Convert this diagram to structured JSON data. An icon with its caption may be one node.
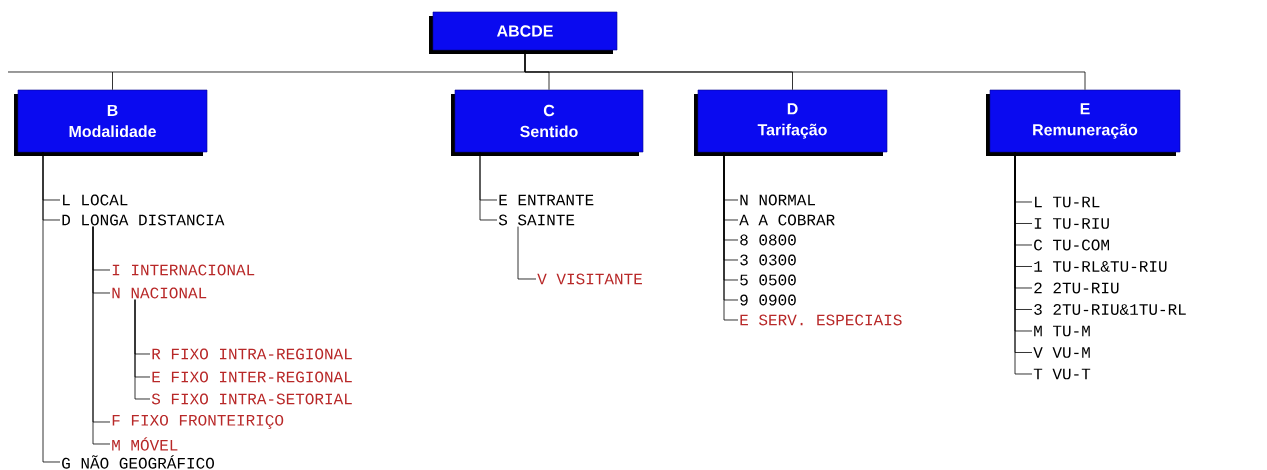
{
  "diagram": {
    "nodes": [
      {
        "text": [
          "ABCDE"
        ]
      },
      {
        "text": [
          "B",
          "Modalidade"
        ]
      },
      {
        "text": [
          "C",
          "Sentido"
        ]
      },
      {
        "text": [
          "D",
          "Tarifação"
        ]
      },
      {
        "text": [
          "E",
          "Remuneração"
        ]
      },
      {
        "text": [
          "L LOCAL"
        ]
      },
      {
        "text": [
          "D LONGA DISTANCIA"
        ]
      },
      {
        "text": [
          "I INTERNACIONAL"
        ]
      },
      {
        "text": [
          "N NACIONAL"
        ]
      },
      {
        "text": [
          "R FIXO INTRA-REGIONAL"
        ]
      },
      {
        "text": [
          "E FIXO INTER-REGIONAL"
        ]
      },
      {
        "text": [
          "S FIXO INTRA-SETORIAL"
        ]
      },
      {
        "text": [
          "F FIXO FRONTEIRIÇO"
        ]
      },
      {
        "text": [
          "M MÓVEL"
        ]
      },
      {
        "text": [
          "G NÃO GEOGRÁFICO"
        ]
      },
      {
        "text": [
          "E ENTRANTE"
        ]
      },
      {
        "text": [
          "S SAINTE"
        ]
      },
      {
        "text": [
          "V VISITANTE"
        ]
      },
      {
        "text": [
          "N NORMAL"
        ]
      },
      {
        "text": [
          "A A COBRAR"
        ]
      },
      {
        "text": [
          "8 0800"
        ]
      },
      {
        "text": [
          "3 0300"
        ]
      },
      {
        "text": [
          "5 0500"
        ]
      },
      {
        "text": [
          "9 0900"
        ]
      },
      {
        "text": [
          "E SERV. ESPECIAIS"
        ]
      },
      {
        "text": [
          "L TU-RL"
        ]
      },
      {
        "text": [
          "I TU-RIU"
        ]
      },
      {
        "text": [
          "C TU-COM"
        ]
      },
      {
        "text": [
          "1 TU-RL&TU-RIU"
        ]
      },
      {
        "text": [
          "2 2TU-RIU"
        ]
      },
      {
        "text": [
          "3 2TU-RIU&1TU-RL"
        ]
      },
      {
        "text": [
          "M TU-M"
        ]
      },
      {
        "text": [
          "V VU-M"
        ]
      },
      {
        "text": [
          "T VU-T"
        ]
      }
    ],
    "edges": [
      {
        "from": 0,
        "to": 1,
        "arrow": "none"
      },
      {
        "from": 0,
        "to": 2,
        "arrow": "none"
      },
      {
        "from": 0,
        "to": 3,
        "arrow": "none"
      },
      {
        "from": 0,
        "to": 4,
        "arrow": "none"
      },
      {
        "from": 1,
        "to": 5,
        "arrow": "none"
      },
      {
        "from": 1,
        "to": 6,
        "arrow": "none"
      },
      {
        "from": 6,
        "to": 7,
        "arrow": "none"
      },
      {
        "from": 6,
        "to": 8,
        "arrow": "none"
      },
      {
        "from": 8,
        "to": 9,
        "arrow": "none"
      },
      {
        "from": 8,
        "to": 10,
        "arrow": "none"
      },
      {
        "from": 8,
        "to": 11,
        "arrow": "none"
      },
      {
        "from": 6,
        "to": 12,
        "arrow": "none"
      },
      {
        "from": 6,
        "to": 13,
        "arrow": "none"
      },
      {
        "from": 1,
        "to": 14,
        "arrow": "none"
      },
      {
        "from": 2,
        "to": 15,
        "arrow": "none"
      },
      {
        "from": 2,
        "to": 16,
        "arrow": "none"
      },
      {
        "from": 16,
        "to": 17,
        "arrow": "none"
      },
      {
        "from": 3,
        "to": 18,
        "arrow": "none"
      },
      {
        "from": 3,
        "to": 19,
        "arrow": "none"
      },
      {
        "from": 3,
        "to": 20,
        "arrow": "none"
      },
      {
        "from": 3,
        "to": 21,
        "arrow": "none"
      },
      {
        "from": 3,
        "to": 22,
        "arrow": "none"
      },
      {
        "from": 3,
        "to": 23,
        "arrow": "none"
      },
      {
        "from": 3,
        "to": 24,
        "arrow": "none"
      },
      {
        "from": 4,
        "to": 25,
        "arrow": "none"
      },
      {
        "from": 4,
        "to": 26,
        "arrow": "none"
      },
      {
        "from": 4,
        "to": 27,
        "arrow": "none"
      },
      {
        "from": 4,
        "to": 28,
        "arrow": "none"
      },
      {
        "from": 4,
        "to": 29,
        "arrow": "none"
      },
      {
        "from": 4,
        "to": 30,
        "arrow": "none"
      },
      {
        "from": 4,
        "to": 31,
        "arrow": "none"
      },
      {
        "from": 4,
        "to": 32,
        "arrow": "none"
      },
      {
        "from": 4,
        "to": 33,
        "arrow": "none"
      }
    ]
  }
}
